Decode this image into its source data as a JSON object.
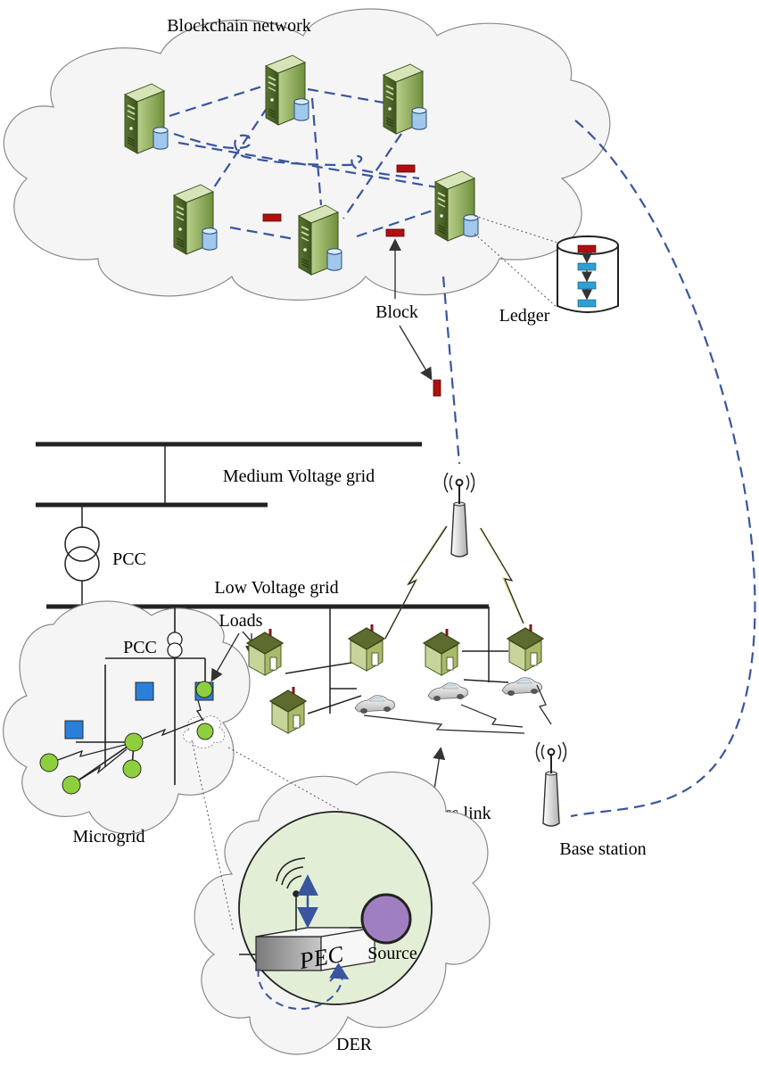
{
  "labels": {
    "blockchain_network": "Blockchain network",
    "block": "Block",
    "ledger": "Ledger",
    "medium_voltage_grid": "Medium Voltage grid",
    "pcc_main": "PCC",
    "low_voltage_grid": "Low Voltage grid",
    "loads": "Loads",
    "pcc_microgrid": "PCC",
    "microgrid": "Microgrid",
    "wireless_link": "Wireless link",
    "base_station": "Base station",
    "pec": "PEC",
    "source": "Source",
    "der": "DER"
  },
  "colors": {
    "dashed_link": "#3a55a0",
    "block": "#b01010",
    "ledger_block": "#2f9fd6",
    "server_body": "#9bb86a",
    "house_wall": "#c8d6a0",
    "node_green": "#8ecf3e",
    "node_blue": "#2b7fd8",
    "der_circle": "#e2efd6",
    "source_fill": "#a07fc0",
    "cloud_fill": "#f5f5f5"
  },
  "icons": [
    "server-icon",
    "ledger-icon",
    "block-icon",
    "antenna-icon",
    "transformer-icon",
    "house-icon",
    "car-icon",
    "lightning-link-icon",
    "pec-box-icon",
    "source-icon",
    "cloud-icon"
  ]
}
